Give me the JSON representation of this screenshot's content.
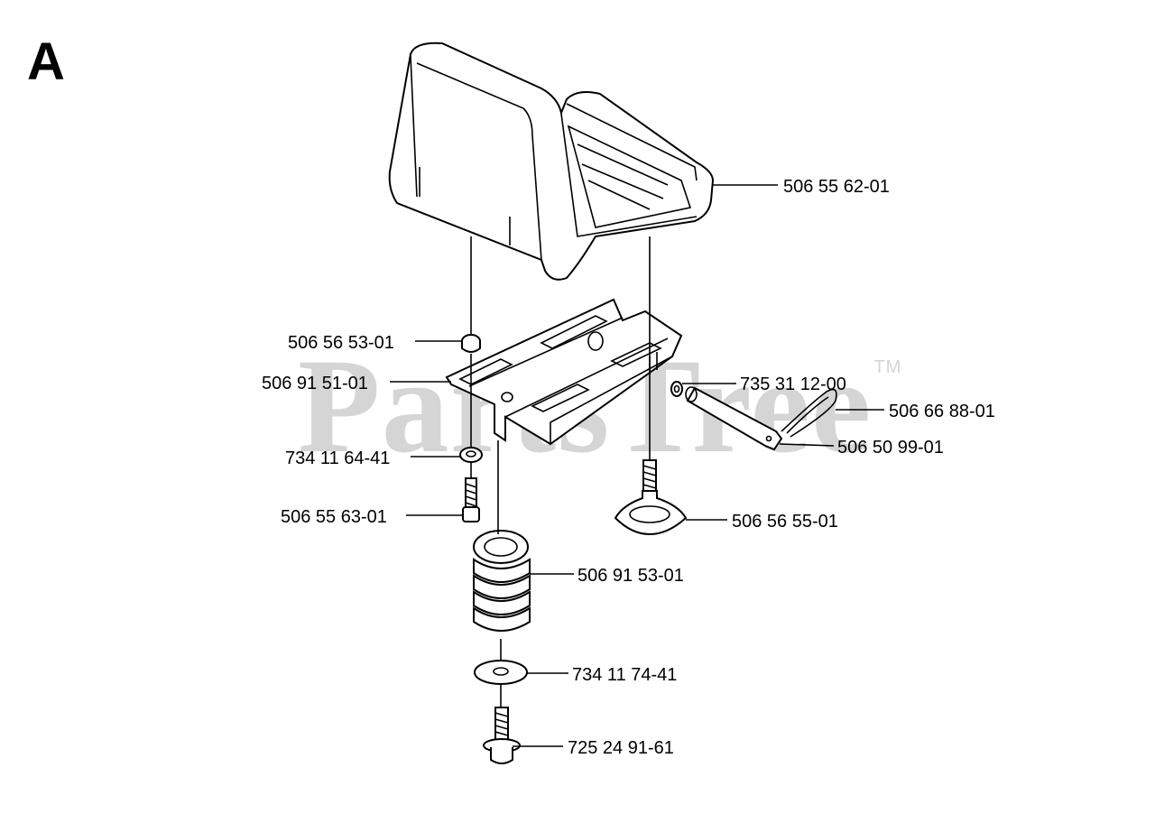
{
  "section_letter": "A",
  "watermark": {
    "text": "PartsTree",
    "tm": "TM"
  },
  "parts": [
    {
      "id": "seat",
      "label": "506 55 62-01"
    },
    {
      "id": "cap-nut",
      "label": "506 56 53-01"
    },
    {
      "id": "bracket",
      "label": "506 91 51-01"
    },
    {
      "id": "small-washer",
      "label": "735 31 12-00"
    },
    {
      "id": "cotter-pin",
      "label": "506 66 88-01"
    },
    {
      "id": "pivot-pin",
      "label": "506 50 99-01"
    },
    {
      "id": "washer",
      "label": "734 11 64-41"
    },
    {
      "id": "bolt",
      "label": "506 55 63-01"
    },
    {
      "id": "knob",
      "label": "506 56 55-01"
    },
    {
      "id": "spring",
      "label": "506 91 53-01"
    },
    {
      "id": "flat-washer",
      "label": "734 11 74-41"
    },
    {
      "id": "flange-bolt",
      "label": "725 24 91-61"
    }
  ]
}
